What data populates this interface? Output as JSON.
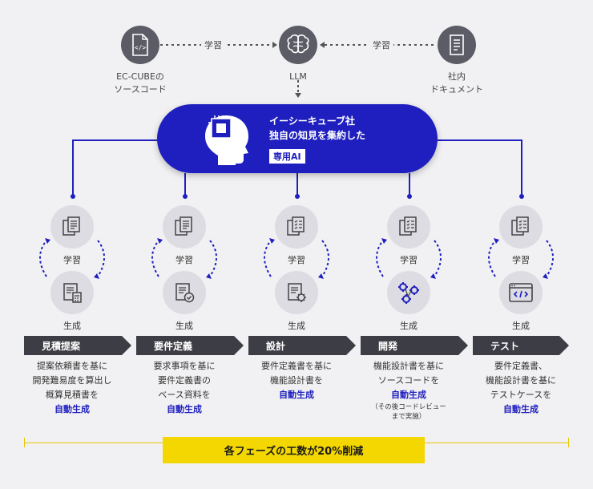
{
  "sources": {
    "ec_cube_line1": "EC-CUBEの",
    "ec_cube_line2": "ソースコード",
    "llm": "LLM",
    "docs_line1": "社内",
    "docs_line2": "ドキュメント",
    "learn_label": "学習"
  },
  "ai": {
    "line1": "イーシーキューブ社",
    "line2": "独自の知見を集約した",
    "badge": "専用AI"
  },
  "cycle": {
    "learn": "学習",
    "generate": "生成"
  },
  "phases": [
    {
      "name": "見積提案",
      "desc": [
        "提案依頼書を基に",
        "開発難易度を算出し",
        "概算見積書を"
      ],
      "highlight": "自動生成",
      "note": ""
    },
    {
      "name": "要件定義",
      "desc": [
        "要求事項を基に",
        "要件定義書の",
        "ベース資料を"
      ],
      "highlight": "自動生成",
      "note": ""
    },
    {
      "name": "設計",
      "desc": [
        "要件定義書を基に",
        "機能設計書を"
      ],
      "highlight": "自動生成",
      "note": ""
    },
    {
      "name": "開発",
      "desc": [
        "機能設計書を基に",
        "ソースコードを"
      ],
      "highlight": "自動生成",
      "note": "（その後コードレビュー",
      "note2": "まで実施）"
    },
    {
      "name": "テスト",
      "desc": [
        "要件定義書、",
        "機能設計書を基に",
        "テストケースを"
      ],
      "highlight": "自動生成",
      "note": ""
    }
  ],
  "summary": "各フェーズの工数が20%削減",
  "colors": {
    "primary": "#1f1fbf",
    "phase_bg": "#3d3d45",
    "accent": "#f4d700"
  }
}
